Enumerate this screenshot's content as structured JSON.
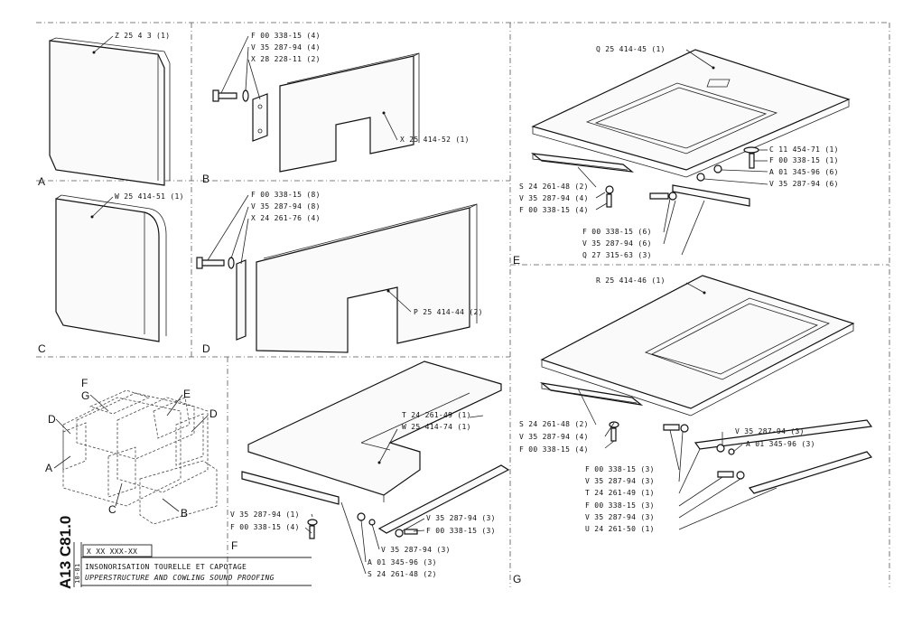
{
  "panels": {
    "a": {
      "letter": "A",
      "callouts": [
        "Z 25 4    3 (1)"
      ]
    },
    "b": {
      "letter": "B",
      "callouts": [
        "F 00 338-15 (4)",
        "V 35 287-94 (4)",
        "X 28 228-11 (2)",
        "X 25 414-52 (1)"
      ]
    },
    "c": {
      "letter": "C",
      "callouts": [
        "W 25 414-51 (1)"
      ]
    },
    "d": {
      "letter": "D",
      "callouts": [
        "F 00 338-15 (8)",
        "V 35 287-94 (8)",
        "X 24 261-76 (4)",
        "P 25 414-44 (2)"
      ]
    },
    "e": {
      "letter": "E",
      "callouts": [
        "Q 25 414-45 (1)",
        "C 11 454-71 (1)",
        "F 00 338-15 (1)",
        "A 01 345-96 (6)",
        "V 35 287-94 (6)",
        "S 24 261-48 (2)",
        "V 35 287-94 (4)",
        "F 00 338-15 (4)",
        "F 00 338-15 (6)",
        "V 35 287-94 (6)",
        "Q 27 315-63 (3)"
      ]
    },
    "f": {
      "letter": "F",
      "callouts": [
        "T 24 261-49 (1)",
        "W 25 414-74 (1)",
        "V 35 287-94 (1)",
        "F 00 338-15 (4)",
        "V 35 287-94 (3)",
        "F 00 338-15 (3)",
        "V 35 287-94 (3)",
        "A 01 345-96 (3)",
        "S 24 261-48 (2)"
      ]
    },
    "g": {
      "letter": "G",
      "callouts": [
        "R 25 414-46 (1)",
        "S 24 261-48 (2)",
        "V 35 287-94 (4)",
        "F 00 338-15 (4)",
        "V 35 287-94 (3)",
        "A 01 345-96 (3)",
        "F 00 338-15 (3)",
        "V 35 287-94 (3)",
        "T 24 261-49 (1)",
        "F 00 338-15 (3)",
        "V 35 287-94 (3)",
        "U 24 261-50 (1)"
      ]
    }
  },
  "overview": {
    "labels": [
      "F",
      "G",
      "E",
      "D",
      "D",
      "A",
      "C",
      "B"
    ]
  },
  "title_block": {
    "doc_code": "A13  C81.0",
    "edition": "10-81",
    "ref_code": "X XX XXX-XX",
    "title_fr": "INSONORISATION TOURELLE ET CAPOTAGE",
    "title_en": "UPPERSTRUCTURE AND COWLING SOUND PROOFING"
  }
}
